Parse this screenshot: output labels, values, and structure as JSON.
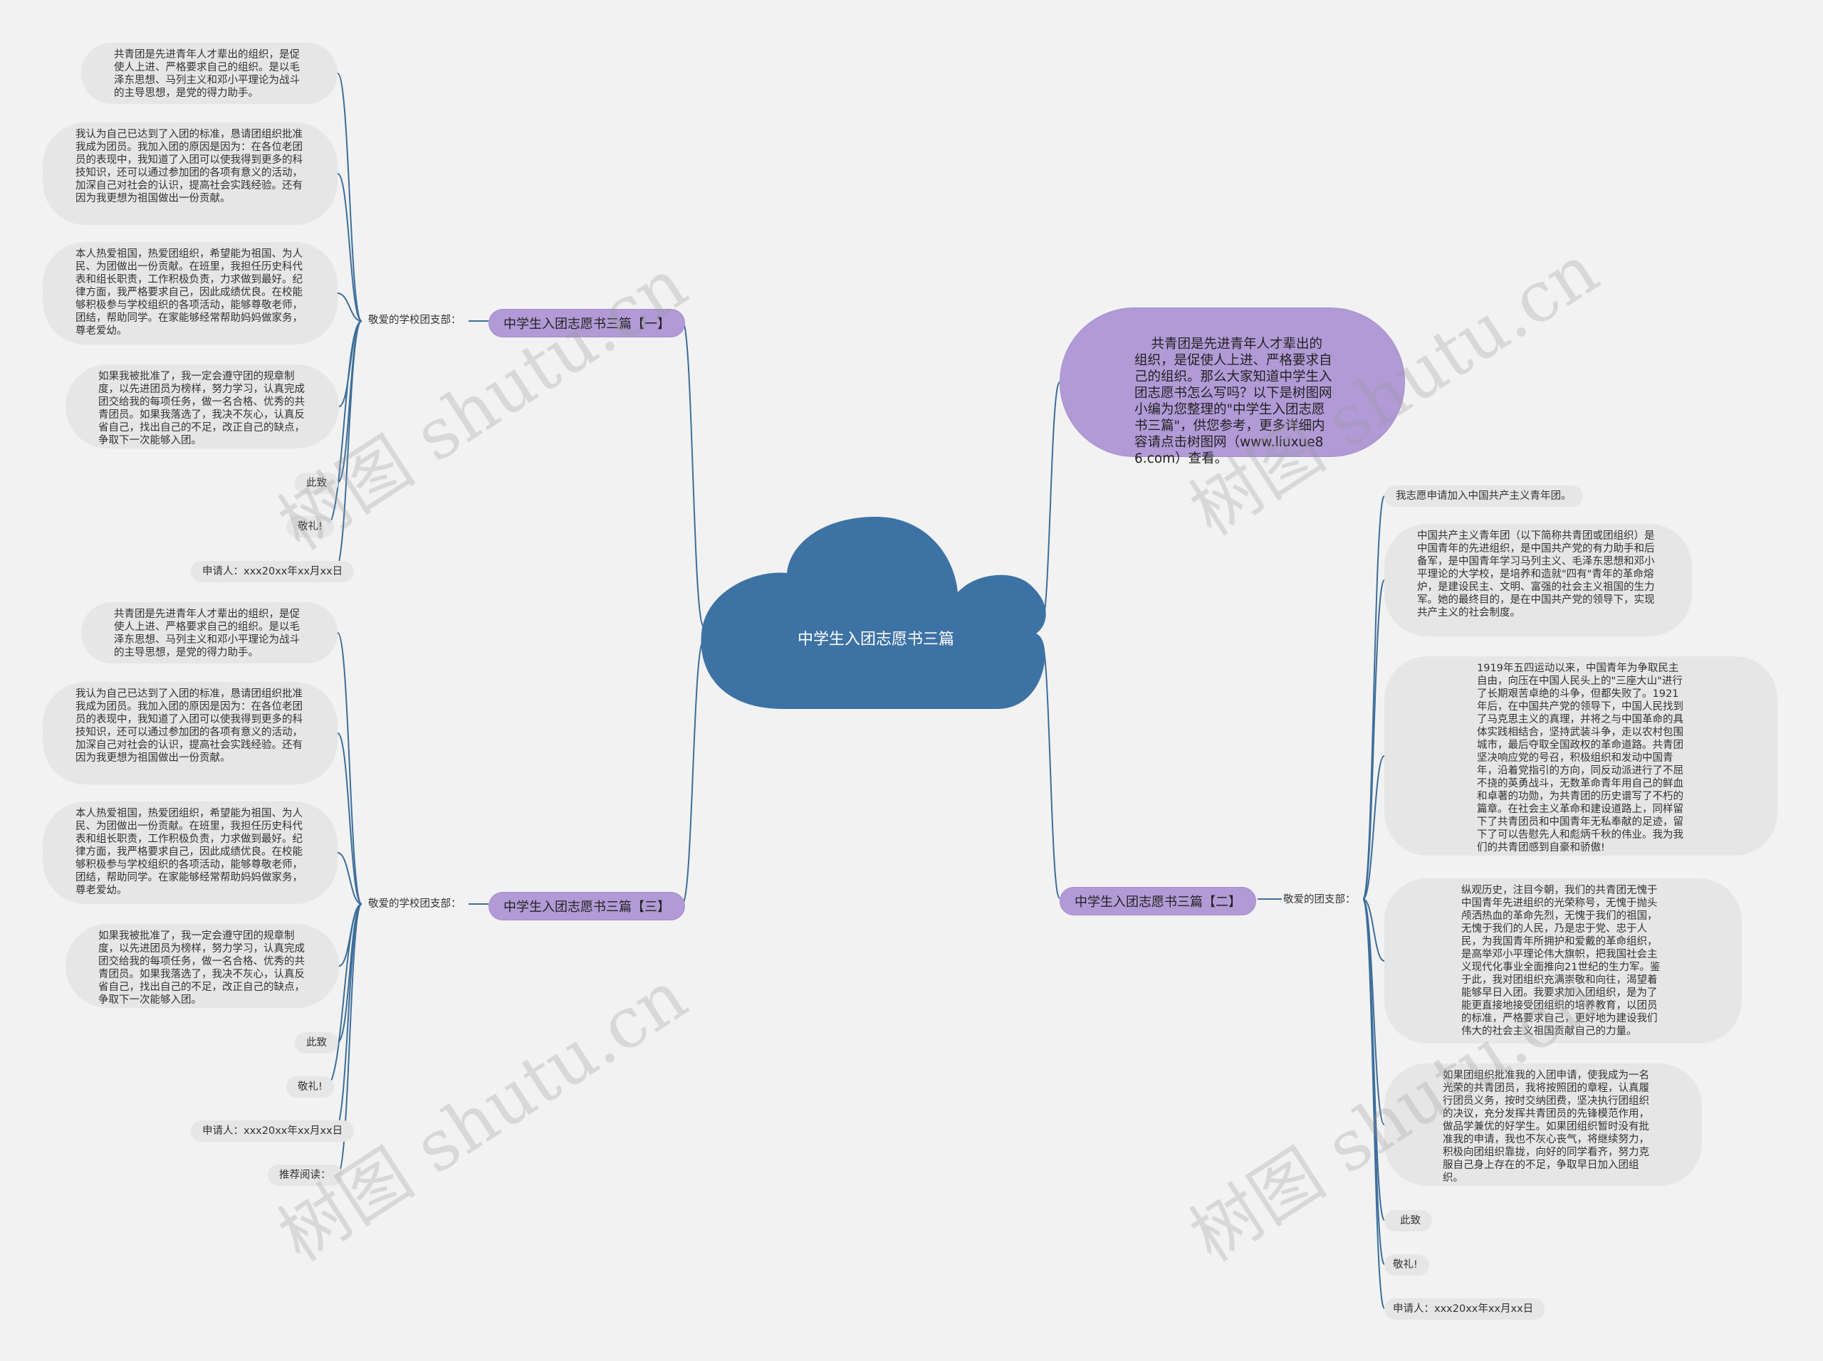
{
  "center": {
    "title": "中学生入团志愿书三篇"
  },
  "intro": {
    "text": "共青团是先进青年人才辈出的组织，是促使人上进、严格要求自己的组织。那么大家知道中学生入团志愿书怎么写吗？以下是树图网小编为您整理的\"中学生入团志愿书三篇\"，供您参考，更多详细内容请点击树图网（www.liuxue86.com）查看。"
  },
  "branch1": {
    "title": "中学生入团志愿书三篇【一】",
    "greeting": "敬爱的学校团支部：",
    "paras": [
      "共青团是先进青年人才辈出的组织，是促使人上进、严格要求自己的组织。是以毛泽东思想、马列主义和邓小平理论为战斗的主导思想，是党的得力助手。",
      "我认为自己已达到了入团的标准，恳请团组织批准我成为团员。我加入团的原因是因为：在各位老团员的表现中，我知道了入团可以使我得到更多的科技知识，还可以通过参加团的各项有意义的活动，加深自己对社会的认识，提高社会实践经验。还有因为我更想为祖国做出一份贡献。",
      "本人热爱祖国，热爱团组织，希望能为祖国、为人民、为团做出一份贡献。在班里，我担任历史科代表和组长职责，工作积极负责，力求做到最好。纪律方面，我严格要求自己，因此成绩优良。在校能够积极参与学校组织的各项活动，能够尊敬老师，团结，帮助同学。在家能够经常帮助妈妈做家务，尊老爱幼。",
      "如果我被批准了，我一定会遵守团的规章制度，以先进团员为榜样，努力学习，认真完成团交给我的每项任务，做一名合格、优秀的共青团员。如果我落选了，我决不灰心，认真反省自己，找出自己的不足，改正自己的缺点，争取下一次能够入团。"
    ],
    "closing": "此致",
    "salute": "敬礼!",
    "applicant": "申请人：xxx20xx年xx月xx日"
  },
  "branch3": {
    "title": "中学生入团志愿书三篇【三】",
    "greeting": "敬爱的学校团支部：",
    "paras": [
      "共青团是先进青年人才辈出的组织，是促使人上进、严格要求自己的组织。是以毛泽东思想、马列主义和邓小平理论为战斗的主导思想，是党的得力助手。",
      "我认为自己已达到了入团的标准，恳请团组织批准我成为团员。我加入团的原因是因为：在各位老团员的表现中，我知道了入团可以使我得到更多的科技知识，还可以通过参加团的各项有意义的活动，加深自己对社会的认识，提高社会实践经验。还有因为我更想为祖国做出一份贡献。",
      "本人热爱祖国，热爱团组织，希望能为祖国、为人民、为团做出一份贡献。在班里，我担任历史科代表和组长职责，工作积极负责，力求做到最好。纪律方面，我严格要求自己，因此成绩优良。在校能够积极参与学校组织的各项活动，能够尊敬老师，团结，帮助同学。在家能够经常帮助妈妈做家务，尊老爱幼。",
      "如果我被批准了，我一定会遵守团的规章制度，以先进团员为榜样，努力学习，认真完成团交给我的每项任务，做一名合格、优秀的共青团员。如果我落选了，我决不灰心，认真反省自己，找出自己的不足，改正自己的缺点，争取下一次能够入团。"
    ],
    "closing": "此致",
    "salute": "敬礼!",
    "applicant": "申请人：xxx20xx年xx月xx日",
    "recommend": "推荐阅读："
  },
  "branch2": {
    "title": "中学生入团志愿书三篇【二】",
    "greeting": "敬爱的团支部：",
    "apply": "我志愿申请加入中国共产主义青年团。",
    "paras": [
      "中国共产主义青年团（以下简称共青团或团组织）是中国青年的先进组织，是中国共产党的有力助手和后备军，是中国青年学习马列主义、毛泽东思想和邓小平理论的大学校，是培养和造就\"四有\"青年的革命熔炉，是建设民主、文明、富强的社会主义祖国的生力军。她的最终目的，是在中国共产党的领导下，实现共产主义的社会制度。",
      "1919年五四运动以来，中国青年为争取民主自由，向压在中国人民头上的\"三座大山\"进行了长期艰苦卓绝的斗争，但都失败了。1921年后，在中国共产党的领导下，中国人民找到了马克思主义的真理，并将之与中国革命的具体实践相结合，坚持武装斗争，走以农村包围城市，最后夺取全国政权的革命道路。共青团坚决响应党的号召，积极组织和发动中国青年，沿着党指引的方向，同反动派进行了不屈不挠的英勇战斗，无数革命青年用自己的鲜血和卓著的功勋，为共青团的历史谱写了不朽的篇章。在社会主义革命和建设道路上，同样留下了共青团员和中国青年无私奉献的足迹，留下了可以告慰先人和彪炳千秋的伟业。我为我们的共青团感到自豪和骄傲!",
      "纵观历史，注目今朝，我们的共青团无愧于中国青年先进组织的光荣称号，无愧于抛头颅洒热血的革命先烈，无愧于我们的祖国，无愧于我们的人民，乃是忠于党、忠于人民，为我国青年所拥护和爱戴的革命组织，是高举邓小平理论伟大旗帜，把我国社会主义现代化事业全面推向21世纪的生力军。鉴于此，我对团组织充满崇敬和向往，渴望着能够早日入团。我要求加入团组织，是为了能更直接地接受团组织的培养教育，以团员的标准，严格要求自己，更好地为建设我们伟大的社会主义祖国贡献自己的力量。",
      "如果团组织批准我的入团申请，使我成为一名光荣的共青团员，我将按照团的章程，认真履行团员义务，按时交纳团费，坚决执行团组织的决议，充分发挥共青团员的先锋模范作用，做品学兼优的好学生。如果团组织暂时没有批准我的申请，我也不灰心丧气，将继续努力，积极向团组织靠拢，向好的同学看齐，努力克服自己身上存在的不足，争取早日加入团组织。"
    ],
    "closing": "此致",
    "salute": "敬礼!",
    "applicant": "申请人：xxx20xx年xx月xx日"
  },
  "watermark": "树图 shutu.cn",
  "colors": {
    "cloud": "#3d72a4",
    "branch": "#b29ad6",
    "link": "#3d6e9a",
    "leaf": "#e6e6e6"
  }
}
